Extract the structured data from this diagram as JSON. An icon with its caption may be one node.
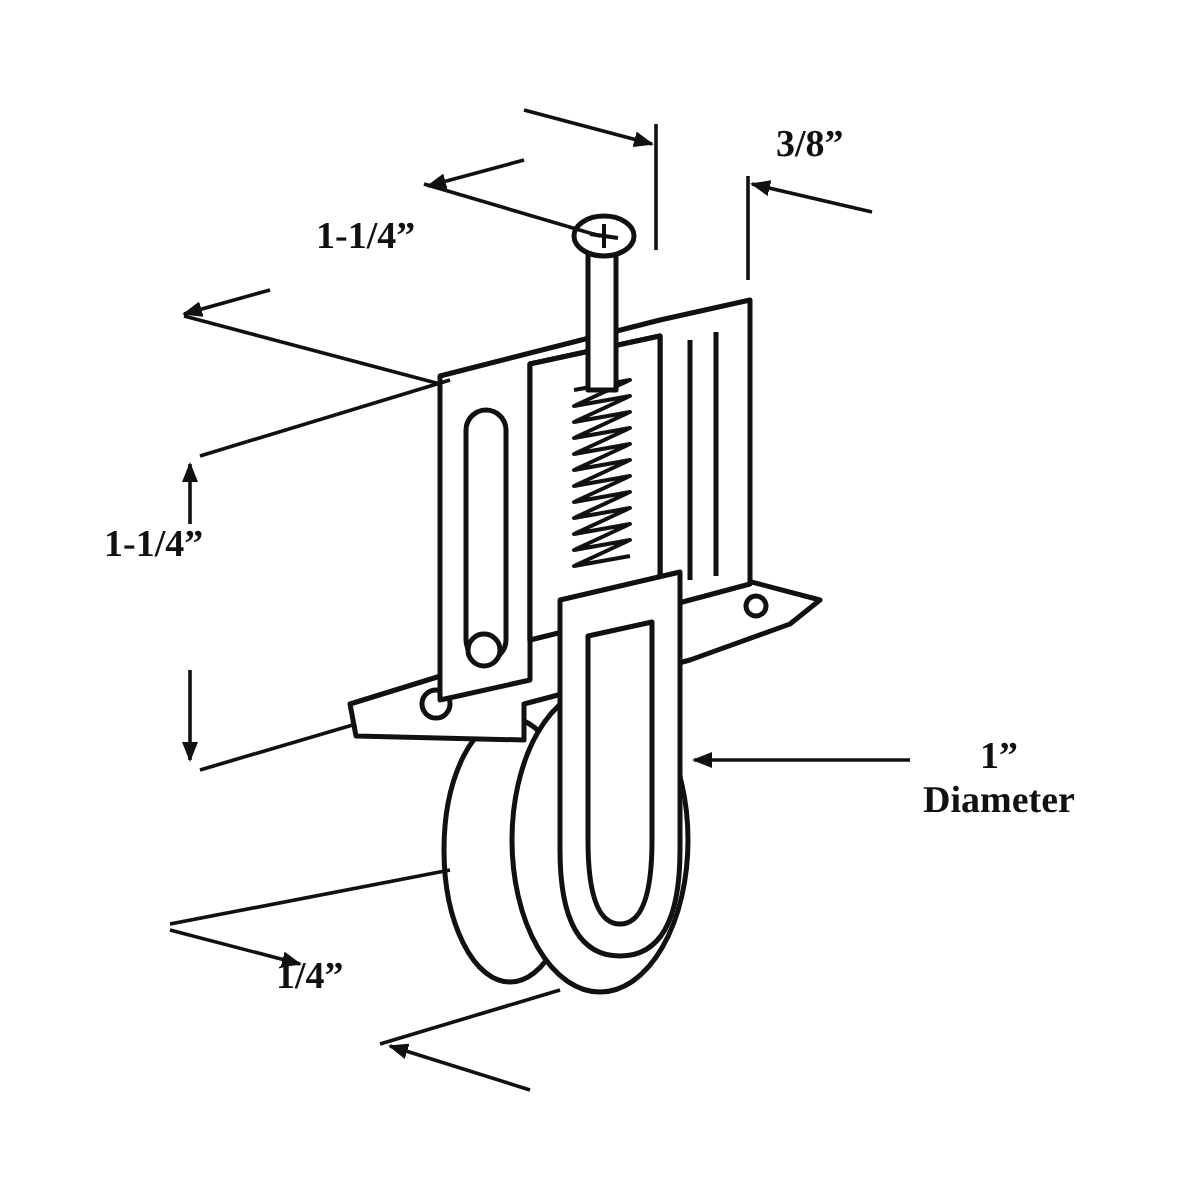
{
  "diagram": {
    "labels": [
      "3/8”",
      "1-1/4”",
      "1-1/4”",
      "1” Diameter",
      "1/4”"
    ]
  }
}
